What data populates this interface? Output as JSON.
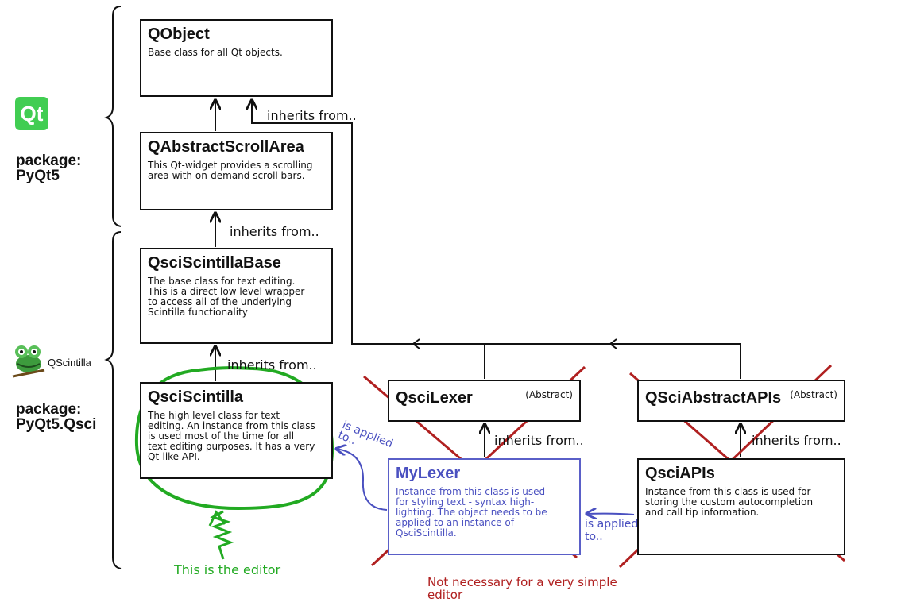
{
  "logos": {
    "qt": "Qt",
    "qscintilla": "QScintilla"
  },
  "packages": [
    {
      "label": "package:",
      "name": "PyQt5"
    },
    {
      "label": "package:",
      "name": "PyQt5.Qsci"
    }
  ],
  "boxes": {
    "qobject": {
      "title": "QObject",
      "desc": "Base class for all Qt objects."
    },
    "qabstractscrollarea": {
      "title": "QAbstractScrollArea",
      "desc": "This Qt-widget provides a scrolling\narea with on-demand scroll bars."
    },
    "qsciscintillabase": {
      "title": "QsciScintillaBase",
      "desc": "The base class for text editing.\nThis is a direct low level wrapper\nto access all of the underlying\nScintilla functionality"
    },
    "qsciscintilla": {
      "title": "QsciScintilla",
      "desc": "The high level class for text\nediting. An instance from this class\nis used most of the time for all\ntext editing purposes. It has a very\nQt-like API."
    },
    "qscilexer": {
      "title": "QsciLexer",
      "tag": "(Abstract)"
    },
    "qsciabstractapis": {
      "title": "QSciAbstractAPIs",
      "tag": "(Abstract)"
    },
    "mylexer": {
      "title": "MyLexer",
      "desc": "Instance from this class is used\nfor styling text - syntax high-\nlighting. The object needs to be\napplied to an instance of\nQsciScintilla."
    },
    "qsciapis": {
      "title": "QsciAPIs",
      "desc": "Instance from this class is used for\nstoring the custom autocompletion\nand call tip information."
    }
  },
  "labels": {
    "inherits": "inherits from..",
    "applied_line1": "is applied",
    "applied_line2": "to..",
    "editor_note": "This is the editor",
    "not_necessary_line1": "Not necessary for a very simple",
    "not_necessary_line2": "editor"
  },
  "colors": {
    "line": "#111111",
    "blue": "#4a50c0",
    "green": "#22aa22",
    "red": "#b02020",
    "qt_green": "#41cd52"
  }
}
